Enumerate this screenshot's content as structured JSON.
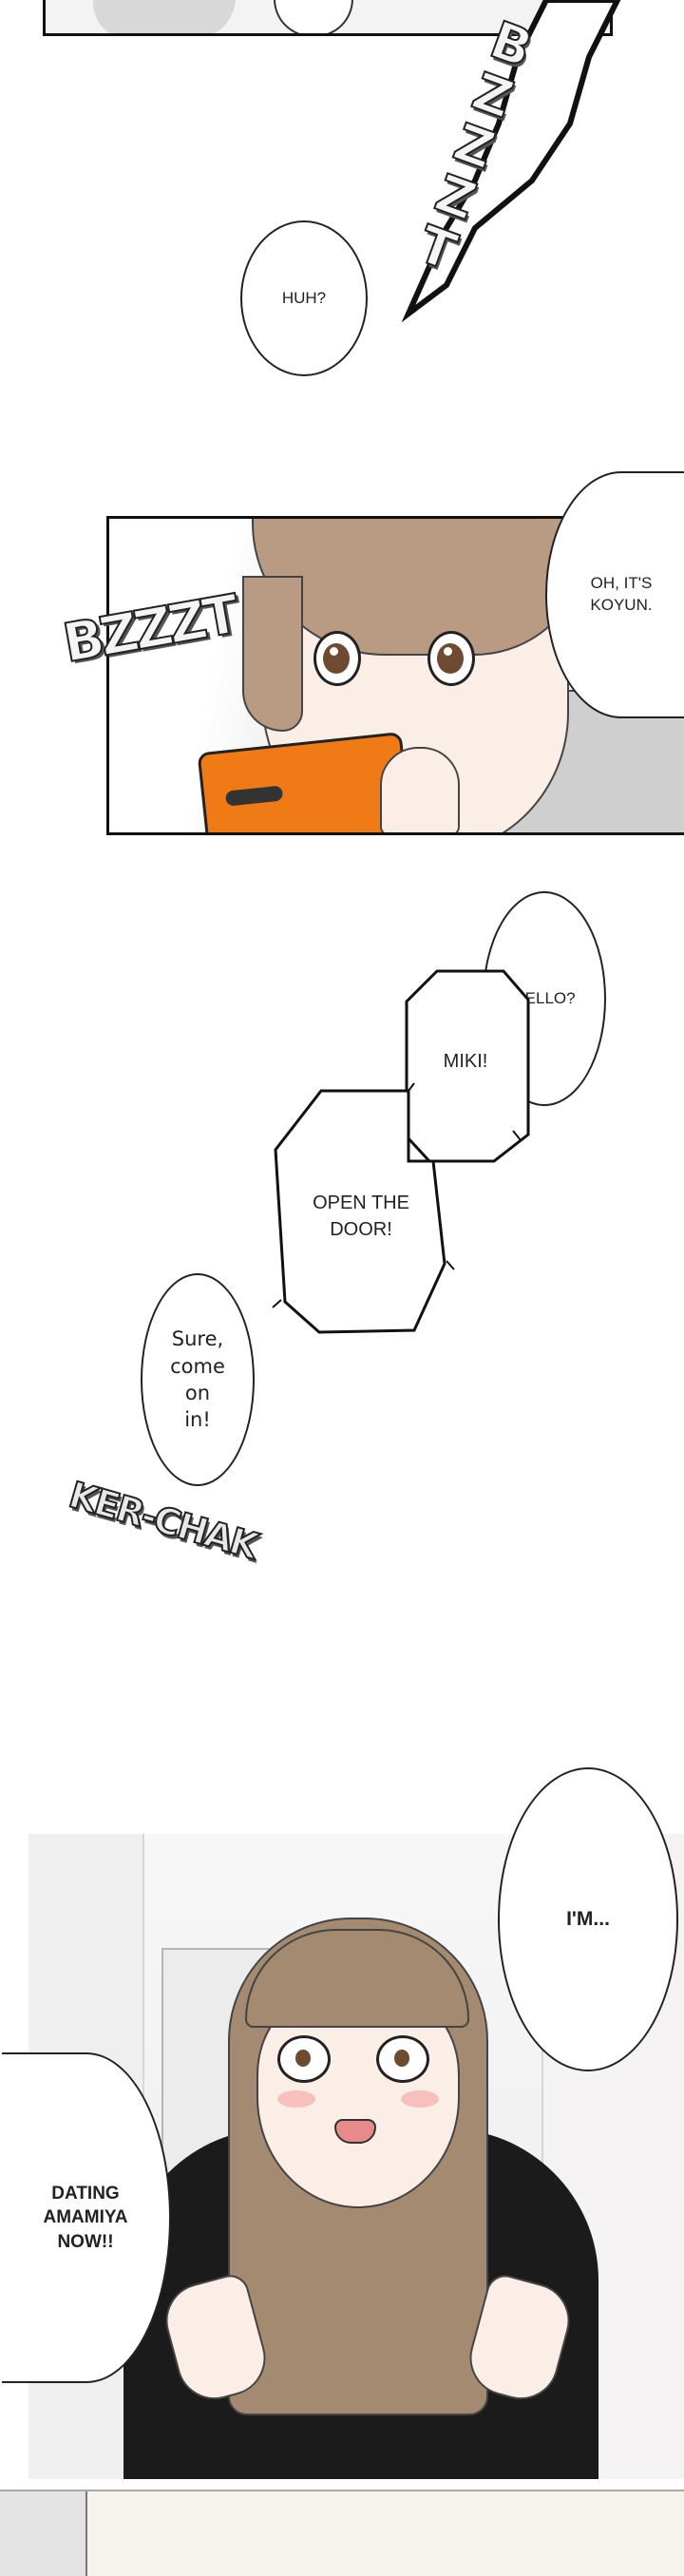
{
  "panel1": {
    "sfx_vertical": "BZZZT"
  },
  "bubbles": {
    "huh": "HUH?",
    "oh_koyun": "OH, IT'S\nKOYUN.",
    "hello": "HELLO?",
    "miki": "MIKI!",
    "open_door": "OPEN THE\nDOOR!",
    "sure": "Sure,\ncome\non\nin!",
    "im": "I'M...",
    "dating": "DATING\nAMAMIYA\nNOW!!"
  },
  "sfx": {
    "bzzt": "BZZZT",
    "kerchak": "KER-CHAK"
  },
  "colors": {
    "phone": "#f07a16",
    "hair_light": "#b89b82",
    "hair_girl": "#a48a70",
    "hoodie": "#cfcfcf",
    "sweater": "#1b1b1b",
    "skin": "#fbeee6"
  }
}
